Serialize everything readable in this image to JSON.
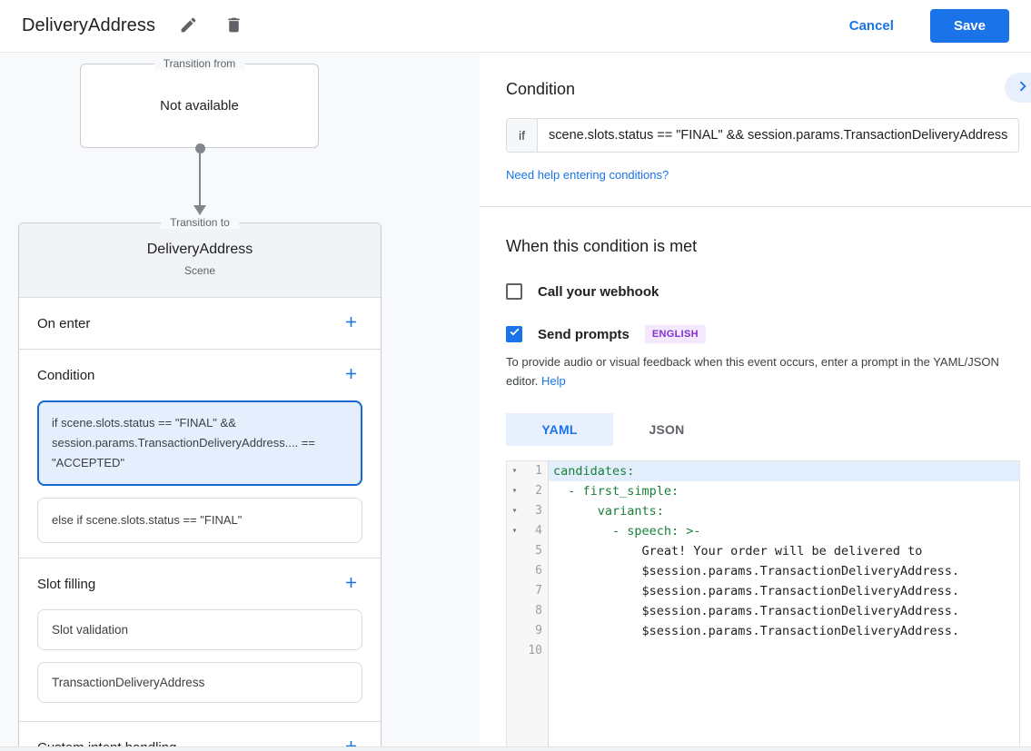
{
  "app_bar": {
    "title": "DeliveryAddress",
    "cancel_label": "Cancel",
    "save_label": "Save"
  },
  "colors": {
    "accent_blue": "#1a73e8",
    "selected_card_bg": "#e4eefd",
    "selected_card_border": "#1967d2",
    "badge_bg": "#f3e8fd",
    "badge_text": "#8430ce",
    "code_key_green": "#188038"
  },
  "canvas": {
    "transition_from": {
      "legend": "Transition from",
      "value": "Not available"
    },
    "transition_to": {
      "legend": "Transition to",
      "title": "DeliveryAddress",
      "subtitle": "Scene",
      "on_enter_label": "On enter",
      "condition_label": "Condition",
      "condition_cards": [
        {
          "text": "if scene.slots.status == \"FINAL\" && session.params.TransactionDeliveryAddress.... == \"ACCEPTED\"",
          "selected": true
        },
        {
          "text": "else if scene.slots.status == \"FINAL\"",
          "selected": false
        }
      ],
      "slot_filling_label": "Slot filling",
      "slot_cards": [
        {
          "text": "Slot validation"
        },
        {
          "text": "TransactionDeliveryAddress"
        }
      ],
      "custom_intent_label": "Custom intent handling"
    }
  },
  "detail": {
    "condition_title": "Condition",
    "if_label": "if",
    "if_value": "scene.slots.status == \"FINAL\" && session.params.TransactionDeliveryAddress",
    "help_link": "Need help entering conditions?",
    "when_met_title": "When this condition is met",
    "webhook_checkbox": {
      "label": "Call your webhook",
      "checked": false
    },
    "send_prompts_checkbox": {
      "label": "Send prompts",
      "checked": true,
      "badge": "ENGLISH"
    },
    "prompt_hint": "To provide audio or visual feedback when this event occurs, enter a prompt in the YAML/JSON editor. ",
    "prompt_hint_link": "Help",
    "tabs": [
      {
        "label": "YAML",
        "active": true
      },
      {
        "label": "JSON",
        "active": false
      }
    ],
    "editor": {
      "lines": [
        {
          "number": "1",
          "text": "candidates:"
        },
        {
          "number": "2",
          "text": "  - first_simple:"
        },
        {
          "number": "3",
          "text": "      variants:"
        },
        {
          "number": "4",
          "text": "        - speech: >-"
        },
        {
          "number": "5",
          "text": "            Great! Your order will be delivered to"
        },
        {
          "number": "6",
          "text": "            $session.params.TransactionDeliveryAddress."
        },
        {
          "number": "7",
          "text": "            $session.params.TransactionDeliveryAddress."
        },
        {
          "number": "8",
          "text": "            $session.params.TransactionDeliveryAddress."
        },
        {
          "number": "9",
          "text": "            $session.params.TransactionDeliveryAddress."
        },
        {
          "number": "10",
          "text": ""
        }
      ]
    }
  }
}
